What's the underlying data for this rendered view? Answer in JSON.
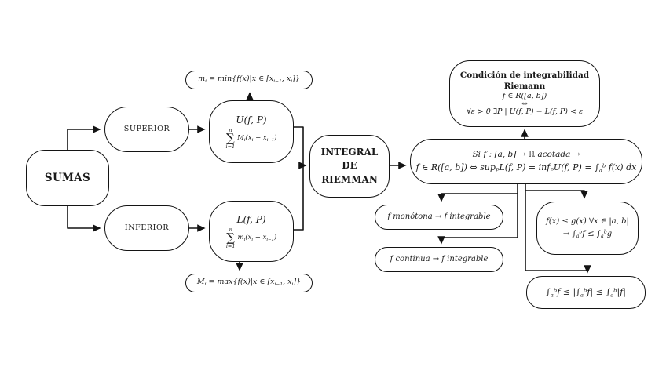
{
  "diagram": {
    "background": "#ffffff",
    "line_color": "#141414",
    "nodes": {
      "sumas": {
        "label": "SUMAS"
      },
      "superior": {
        "label": "SUPERIOR"
      },
      "inferior": {
        "label": "INFERIOR"
      },
      "min_formula": {
        "math": [
          [
            "t",
            "m"
          ],
          [
            "sub",
            "i"
          ],
          [
            "t",
            " = min{f(x)|x ∈ [x"
          ],
          [
            "sub",
            "i−1"
          ],
          [
            "t",
            ", x"
          ],
          [
            "sub",
            "i"
          ],
          [
            "t",
            "]}"
          ]
        ]
      },
      "max_formula": {
        "math": [
          [
            "t",
            "M"
          ],
          [
            "sub",
            "i"
          ],
          [
            "t",
            " = max{f(x)|x ∈ [x"
          ],
          [
            "sub",
            "i−1"
          ],
          [
            "t",
            ", x"
          ],
          [
            "sub",
            "i"
          ],
          [
            "t",
            "]}"
          ]
        ]
      },
      "upper_sum": {
        "title": "U(f, P)",
        "sigma": "∑",
        "sum_upper": "n",
        "sum_lower": "i=1",
        "expr": [
          [
            "t",
            "M"
          ],
          [
            "sub",
            "i"
          ],
          [
            "t",
            "(x"
          ],
          [
            "sub",
            "i"
          ],
          [
            "t",
            " − x"
          ],
          [
            "sub",
            "i−1"
          ],
          [
            "t",
            ")"
          ]
        ]
      },
      "lower_sum": {
        "title": "L(f, P)",
        "sigma": "∑",
        "sum_upper": "n",
        "sum_lower": "i=1",
        "expr": [
          [
            "t",
            "m"
          ],
          [
            "sub",
            "i"
          ],
          [
            "t",
            "(x"
          ],
          [
            "sub",
            "i"
          ],
          [
            "t",
            " − x"
          ],
          [
            "sub",
            "i−1"
          ],
          [
            "t",
            ")"
          ]
        ]
      },
      "integral_riemman": {
        "label": "INTEGRAL DE RIEMMAN"
      },
      "condicion": {
        "title": "Condición de integrabilidad",
        "subtitle": "Riemann",
        "line1": [
          [
            "t",
            "f ∈ R([a, b])"
          ]
        ],
        "line2": "⇔",
        "line3": [
          [
            "t",
            "∀ε > 0 ∃P  | U(f, P) − L(f, P) < ε"
          ]
        ]
      },
      "definicion": {
        "line1": [
          [
            "t",
            "Si f : [a, b] → ℝ  acotada →"
          ]
        ],
        "line2": [
          [
            "t",
            "f ∈ R([a, b]) ⇔ sup"
          ],
          [
            "sub",
            "P"
          ],
          [
            "t",
            "L(f, P) = inf"
          ],
          [
            "sub",
            "P"
          ],
          [
            "t",
            "U(f, P) = ∫"
          ],
          [
            "sub",
            "a"
          ],
          [
            "sup",
            "b"
          ],
          [
            "t",
            " f(x) dx"
          ]
        ]
      },
      "monotona": {
        "math": [
          [
            "t",
            "f monótona → f integrable"
          ]
        ]
      },
      "continua": {
        "math": [
          [
            "t",
            "f continua → f integrable"
          ]
        ]
      },
      "comparacion": {
        "line1": [
          [
            "t",
            "f(x) ≤ g(x) ∀x ∈ |a, b|"
          ]
        ],
        "line2": [
          [
            "t",
            "→ ∫"
          ],
          [
            "sub",
            "a"
          ],
          [
            "sup",
            "b"
          ],
          [
            "t",
            "f ≤ ∫"
          ],
          [
            "sub",
            "a"
          ],
          [
            "sup",
            "b"
          ],
          [
            "t",
            "g"
          ]
        ]
      },
      "valor_absoluto": {
        "math": [
          [
            "t",
            "∫"
          ],
          [
            "sub",
            "a"
          ],
          [
            "sup",
            "b"
          ],
          [
            "t",
            "f ≤ |∫"
          ],
          [
            "sub",
            "a"
          ],
          [
            "sup",
            "b"
          ],
          [
            "t",
            "f| ≤ ∫"
          ],
          [
            "sub",
            "a"
          ],
          [
            "sup",
            "b"
          ],
          [
            "t",
            "|f|"
          ]
        ]
      }
    }
  }
}
